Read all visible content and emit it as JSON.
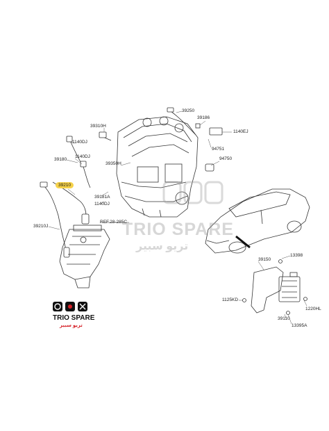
{
  "parts": {
    "p39250": "39250",
    "p39186": "39186",
    "p1140EJ": "1140EJ",
    "p94751": "94751",
    "p94750": "94750",
    "p39310H": "39310H",
    "p1140DJ_a": "1140DJ",
    "p1140DJ_b": "1140DJ",
    "p39180": "39180",
    "p39350H": "39350H",
    "p39210": "39210",
    "p39181A": "39181A",
    "p1140DJ_c": "1140DJ",
    "p39210J": "39210J",
    "ref": "REF.28-285C",
    "p39150": "39150",
    "p13398": "13398",
    "p1125KD": "1125KD",
    "p1220HL": "1220HL",
    "p39110": "39110",
    "p13395A": "13395A"
  },
  "watermark": {
    "brand": "TRIO SPARE",
    "arabic": "تريو سبير"
  },
  "logo": {
    "brand": "TRIO SPARE",
    "arabic": "تريو سبير"
  },
  "colors": {
    "highlight": "#f6d24a",
    "brand_red": "#d51f26",
    "line": "#333333"
  }
}
